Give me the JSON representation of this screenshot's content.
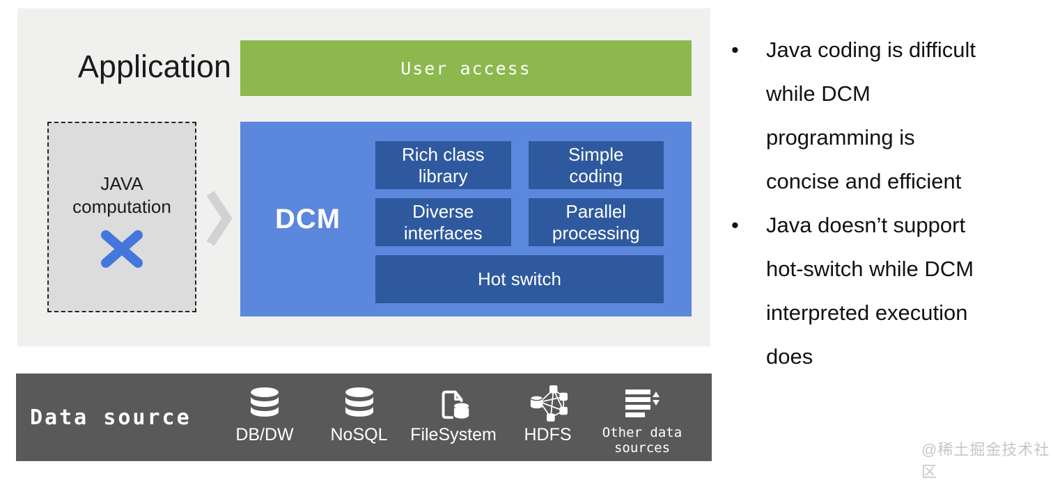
{
  "diagram": {
    "application_label": "Application",
    "user_access_label": "User access",
    "java_box_label": "JAVA\ncomputation",
    "dcm_label": "DCM",
    "dcm_features": {
      "rich_class": "Rich class\nlibrary",
      "simple_coding": "Simple\ncoding",
      "diverse_interfaces": "Diverse\ninterfaces",
      "parallel_processing": "Parallel\nprocessing",
      "hot_switch": "Hot switch"
    }
  },
  "data_source_bar": {
    "title": "Data source",
    "items": [
      {
        "label": "DB/DW",
        "icon": "database-icon"
      },
      {
        "label": "NoSQL",
        "icon": "database-icon"
      },
      {
        "label": "FileSystem",
        "icon": "file-database-icon"
      },
      {
        "label": "HDFS",
        "icon": "hdfs-cluster-icon"
      },
      {
        "label": "Other data\nsources",
        "icon": "list-sort-icon"
      }
    ]
  },
  "notes": {
    "bullet_1": "Java coding is difficult\nwhile DCM\nprogramming is\nconcise and efficient",
    "bullet_2": "Java doesn’t support\nhot-switch while DCM\ninterpreted execution\ndoes"
  },
  "watermark": "@稀土掘金技术社区",
  "colors": {
    "panel_bg": "#f0f0ef",
    "user_access_green": "#8cb84e",
    "dcm_light_blue": "#5b87dc",
    "dcm_dark_blue": "#2f599e",
    "data_source_gray": "#595959",
    "java_box_fill": "#dcdcdc",
    "x_mark_blue": "#4477db",
    "chevron_gray": "#d2d2d2"
  }
}
